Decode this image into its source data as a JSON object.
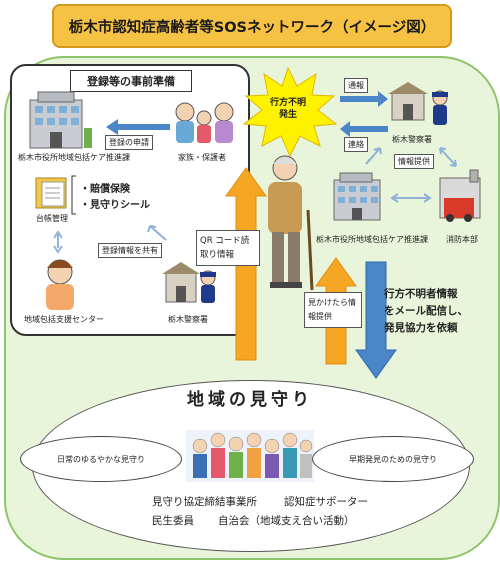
{
  "title": "栃木市認知症高齢者等SOSネットワーク（イメージ図）",
  "prep": {
    "heading": "登録等の事前準備",
    "city_office": "栃木市役所地域包括ケア推進課",
    "family": "家族・保護者",
    "register_request": "登録の申請",
    "ledger": "台帳管理",
    "insurance": "・賠償保険",
    "seal": "・見守りシール",
    "share_info": "登録情報を共有",
    "support_center": "地域包括支援センター",
    "police": "栃木警察署"
  },
  "flow": {
    "missing": "行方不明発生",
    "report": "通報",
    "contact": "連絡",
    "police": "栃木警察署",
    "info_provide": "情報提供",
    "city_office": "栃木市役所地域包括ケア推進課",
    "fire": "消防本部",
    "qr": "QR コード読取り情報",
    "found": "見かけたら情報提供",
    "mail_info": [
      "行方不明者情報",
      "をメール配信し、",
      "発見協力を依頼"
    ]
  },
  "community": {
    "title": "地域の見守り",
    "left_ellipse": "日常のゆるやかな見守り",
    "right_ellipse": "早期発見のための見守り",
    "line1_a": "見守り協定締結事業所",
    "line1_b": "認知症サポーター",
    "line2_a": "民生委員",
    "line2_b": "自治会（地域支え合い活動）"
  },
  "colors": {
    "title_bg": "#f6c243",
    "panel_bg": "#e9f5da",
    "orange_arrow": "#f5a623",
    "blue_arrow": "#4a86c8",
    "burst": "#fff200"
  }
}
